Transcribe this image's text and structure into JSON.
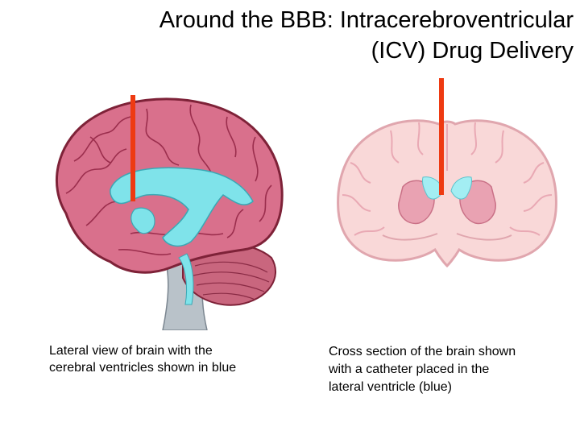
{
  "slide": {
    "title_lines": [
      "Around the BBB: Intracerebroventricular",
      "(ICV) Drug Delivery"
    ],
    "left_caption_lines": [
      "Lateral view of brain with the",
      "cerebral ventricles shown in blue"
    ],
    "right_caption_lines": [
      "Cross section of the brain shown",
      "with a catheter placed in the",
      "lateral ventricle (blue)"
    ]
  },
  "colors": {
    "brain_tissue": "#d9708c",
    "brain_outline": "#8a2440",
    "ventricle": "#7fe3ea",
    "catheter": "#ee3a12",
    "cross_section_tissue": "#f9d8d8",
    "cerebellum": "#c9667e",
    "brainstem": "#b8c0c8"
  },
  "icons": {
    "lateral": "brain-lateral-view-illustration",
    "cross_section": "brain-coronal-section-illustration",
    "catheter": "catheter-line"
  }
}
